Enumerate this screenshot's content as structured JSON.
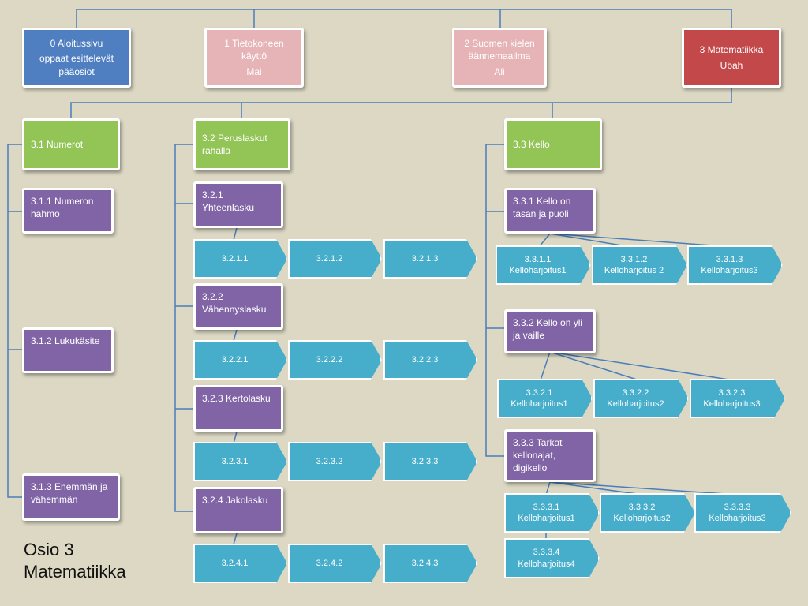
{
  "top": {
    "n0": {
      "title": "0 Aloitussivu",
      "sub": "oppaat esittelevät pääosiot"
    },
    "n1": {
      "title": "1 Tietokoneen käyttö",
      "sub": "Mai"
    },
    "n2": {
      "title": "2  Suomen kielen äännemaailma",
      "sub": "Ali"
    },
    "n3": {
      "title": "3 Matematiikka",
      "sub": "Ubah"
    }
  },
  "numerot": {
    "main": "3.1 Numerot",
    "s1": "3.1.1 Numeron hahmo",
    "s2": "3.1.2 Lukukäsite",
    "s3": "3.1.3 Enemmän ja vähemmän"
  },
  "peruslaskut": {
    "main": "3.2 Peruslaskut rahalla",
    "yhteen": {
      "label": "3.2.1 Yhteenlasku",
      "items": [
        "3.2.1.1",
        "3.2.1.2",
        "3.2.1.3"
      ]
    },
    "vahennys": {
      "label": "3.2.2 Vähennyslasku",
      "items": [
        "3.2.2.1",
        "3.2.2.2",
        "3.2.2.3"
      ]
    },
    "kerto": {
      "label": "3.2.3 Kertolasku",
      "items": [
        "3.2.3.1",
        "3.2.3.2",
        "3.2.3.3"
      ]
    },
    "jako": {
      "label": "3.2.4 Jakolasku",
      "items": [
        "3.2.4.1",
        "3.2.4.2",
        "3.2.4.3"
      ]
    }
  },
  "kello": {
    "main": "3.3 Kello",
    "k1": {
      "label": "3.3.1 Kello on tasan ja puoli",
      "items": [
        {
          "id": "3.3.1.1",
          "name": "Kelloharjoitus1"
        },
        {
          "id": "3.3.1.2",
          "name": "Kelloharjoitus 2"
        },
        {
          "id": "3.3.1.3",
          "name": "Kelloharjoitus3"
        }
      ]
    },
    "k2": {
      "label": "3.3.2 Kello on yli ja vaille",
      "items": [
        {
          "id": "3.3.2.1",
          "name": "Kelloharjoitus1"
        },
        {
          "id": "3.3.2.2",
          "name": "Kelloharjoitus2"
        },
        {
          "id": "3.3.2.3",
          "name": "Kelloharjoitus3"
        }
      ]
    },
    "k3": {
      "label": "3.3.3 Tarkat kellonajat, digikello",
      "items": [
        {
          "id": "3.3.3.1",
          "name": "Kelloharjoitus1"
        },
        {
          "id": "3.3.3.2",
          "name": "Kelloharjoitus2"
        },
        {
          "id": "3.3.3.3",
          "name": "Kelloharjoitus3"
        },
        {
          "id": "3.3.3.4",
          "name": "Kelloharjoitus4"
        }
      ]
    }
  },
  "caption": {
    "line1": "Osio 3",
    "line2": "Matematiikka"
  },
  "colors": {
    "background": "#dcd8c4",
    "connector": "#4a7ebb",
    "blue": "#4f7fc0",
    "pink": "#e6b3b7",
    "red": "#c2484a",
    "green": "#92c456",
    "purple": "#8064a6",
    "cyan": "#46aecb"
  }
}
